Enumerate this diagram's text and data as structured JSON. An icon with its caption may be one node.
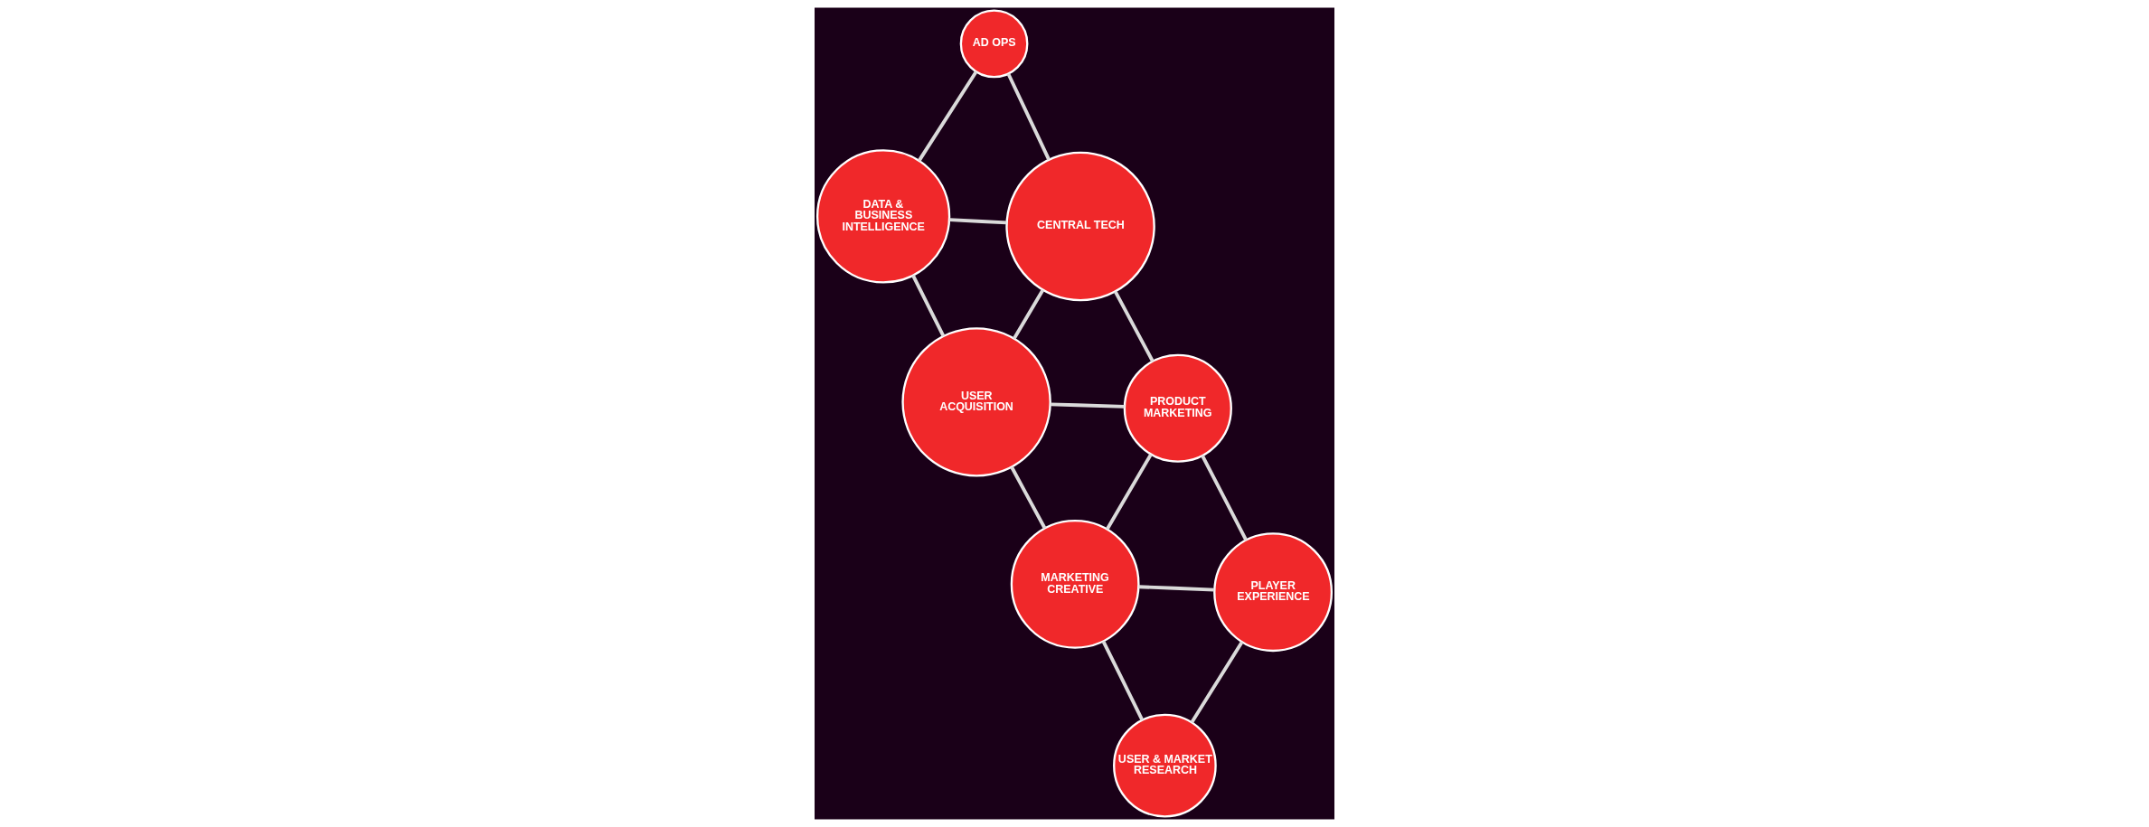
{
  "diagram": {
    "nodes": [
      {
        "text": [
          "AD OPS"
        ]
      },
      {
        "text": [
          "CENTRAL TECH"
        ]
      },
      {
        "text": [
          "DATA & BUSINESS INTELLIGENCE"
        ]
      },
      {
        "text": [
          "USER ACQUISITION"
        ]
      },
      {
        "text": [
          "PRODUCT MARKETING"
        ]
      },
      {
        "text": [
          "MARKETING CREATIVE"
        ]
      },
      {
        "text": [
          "PLAYER EXPERIENCE"
        ]
      },
      {
        "text": [
          "USER & MARKET RESEARCH"
        ]
      }
    ],
    "edges": [
      {
        "from": 0,
        "to": 1,
        "arrow": "none"
      },
      {
        "from": 0,
        "to": 2,
        "arrow": "none"
      },
      {
        "from": 2,
        "to": 1,
        "arrow": "none"
      },
      {
        "from": 1,
        "to": 3,
        "arrow": "none"
      },
      {
        "from": 2,
        "to": 3,
        "arrow": "none"
      },
      {
        "from": 1,
        "to": 4,
        "arrow": "none"
      },
      {
        "from": 4,
        "to": 3,
        "arrow": "none"
      },
      {
        "from": 3,
        "to": 5,
        "arrow": "none"
      },
      {
        "from": 4,
        "to": 5,
        "arrow": "none"
      },
      {
        "from": 4,
        "to": 6,
        "arrow": "none"
      },
      {
        "from": 6,
        "to": 5,
        "arrow": "none"
      },
      {
        "from": 5,
        "to": 7,
        "arrow": "none"
      },
      {
        "from": 6,
        "to": 7,
        "arrow": "none"
      }
    ]
  }
}
